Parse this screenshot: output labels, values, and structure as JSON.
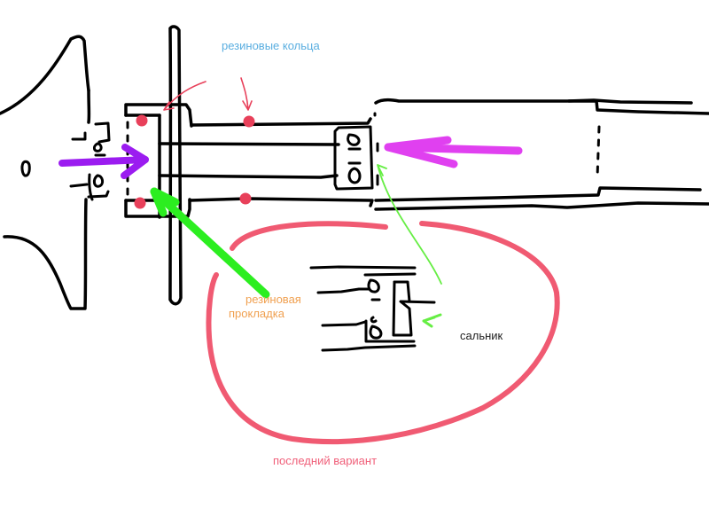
{
  "diagram": {
    "labels": {
      "rubber_rings": "резиновые кольца",
      "rubber_gasket_line1": "резиновая",
      "rubber_gasket_line2": "прокладка",
      "oil_seal": "сальник",
      "latest_variant": "последний вариант"
    },
    "colors": {
      "ink": "#000000",
      "rings_label": "#5aaee0",
      "gasket_label": "#f0a050",
      "seal_label": "#222222",
      "variant_label": "#f0607a",
      "ring_dots": "#e8405a",
      "pointer_red": "#e8405a",
      "arrow_purple": "#9b1cf0",
      "arrow_magenta": "#e040f0",
      "arrow_green": "#2cee20",
      "arrow_green_light": "#66ee44",
      "circle_outline": "#f05a72"
    }
  }
}
